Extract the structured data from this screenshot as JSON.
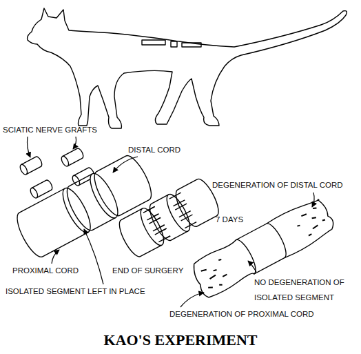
{
  "diagram": {
    "title": "KAO'S EXPERIMENT",
    "labels": [
      "SCIATIC NERVE GRAFTS",
      "DISTAL CORD",
      "DEGENERATION OF DISTAL CORD",
      "7 DAYS",
      "PROXIMAL CORD",
      "END OF SURGERY",
      "NO DEGENERATION OF ISOLATED SEGMENT",
      "ISOLATED SEGMENT LEFT IN PLACE",
      "DEGENERATION OF PROXIMAL CORD"
    ]
  }
}
